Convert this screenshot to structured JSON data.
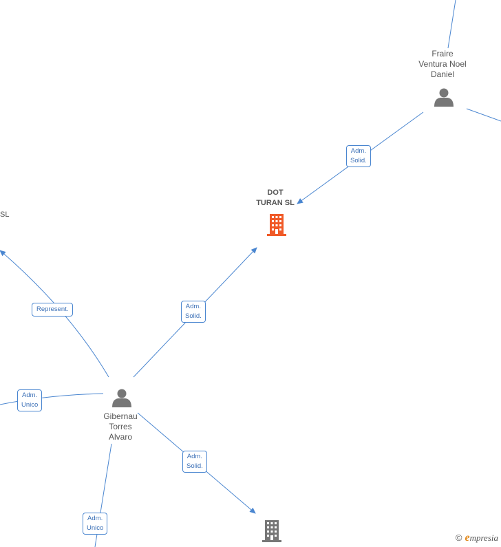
{
  "nodes": {
    "center_company": {
      "name_line1": "DOT",
      "name_line2": "TURAN  SL"
    },
    "fraire": {
      "line1": "Fraire",
      "line2": "Ventura Noel",
      "line3": "Daniel"
    },
    "gibernau": {
      "line1": "Gibernau",
      "line2": "Torres",
      "line3": "Alvaro"
    },
    "partial_left": {
      "text": "SL"
    }
  },
  "edges": {
    "fraire_to_center": {
      "line1": "Adm.",
      "line2": "Solid."
    },
    "gibernau_to_center": {
      "line1": "Adm.",
      "line2": "Solid."
    },
    "gibernau_represent": {
      "text": "Represent."
    },
    "gibernau_left_unico": {
      "line1": "Adm.",
      "line2": "Unico"
    },
    "gibernau_bottom_solid": {
      "line1": "Adm.",
      "line2": "Solid."
    },
    "gibernau_bottom_unico": {
      "line1": "Adm.",
      "line2": "Unico"
    }
  },
  "branding": {
    "copyright": "©",
    "e": "e",
    "name": "mpresia"
  },
  "colors": {
    "edge": "#4a86d0",
    "center_company": "#f05a28",
    "company": "#777777",
    "person": "#777777"
  }
}
